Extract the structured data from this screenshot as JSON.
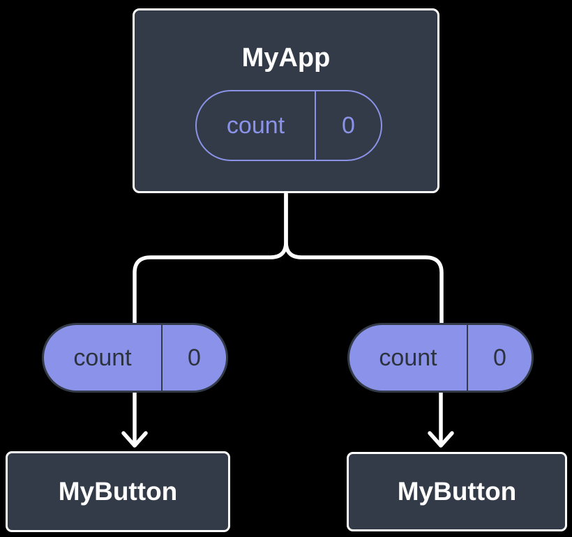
{
  "diagram": {
    "description": "Component tree: parent state passed as props to two children",
    "colors": {
      "background": "#000000",
      "node_fill": "#343B48",
      "node_border": "#FFFFFF",
      "node_text": "#FFFFFF",
      "accent_purple": "#8B93E9",
      "prop_pill_fill": "#8A93E9",
      "prop_pill_text": "#2D333E",
      "connector": "#FFFFFF"
    },
    "root": {
      "title": "MyApp",
      "state_pill": {
        "name": "count",
        "value": "0"
      }
    },
    "branches": [
      {
        "prop_pill": {
          "name": "count",
          "value": "0"
        },
        "child": {
          "title": "MyButton"
        }
      },
      {
        "prop_pill": {
          "name": "count",
          "value": "0"
        },
        "child": {
          "title": "MyButton"
        }
      }
    ]
  }
}
